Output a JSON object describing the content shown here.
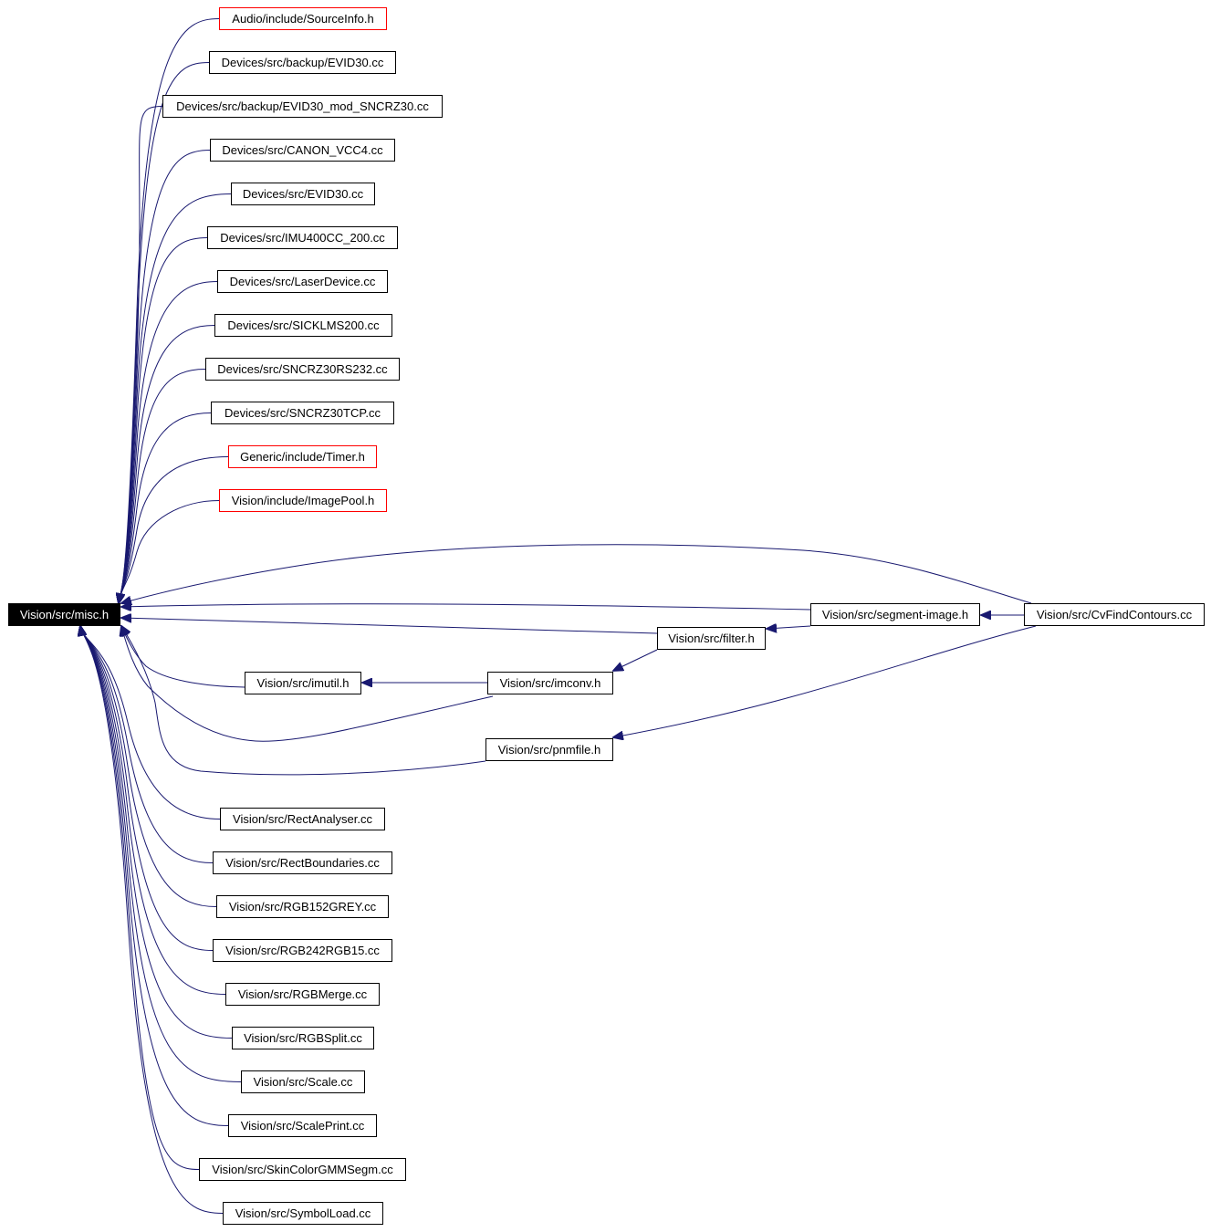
{
  "colors": {
    "edge": "#191970",
    "normal_border": "#000000",
    "incomplete_border": "#ff0000",
    "root_fill": "#000000",
    "root_text": "#ffffff"
  },
  "root": {
    "id": "misc",
    "label": "Vision/src/misc.h"
  },
  "nodes": [
    {
      "id": "sourceinfo",
      "label": "Audio/include/SourceInfo.h",
      "border": "red"
    },
    {
      "id": "evid30b",
      "label": "Devices/src/backup/EVID30.cc",
      "border": "black"
    },
    {
      "id": "evid30mod",
      "label": "Devices/src/backup/EVID30_mod_SNCRZ30.cc",
      "border": "black"
    },
    {
      "id": "canon",
      "label": "Devices/src/CANON_VCC4.cc",
      "border": "black"
    },
    {
      "id": "evid30",
      "label": "Devices/src/EVID30.cc",
      "border": "black"
    },
    {
      "id": "imu",
      "label": "Devices/src/IMU400CC_200.cc",
      "border": "black"
    },
    {
      "id": "laser",
      "label": "Devices/src/LaserDevice.cc",
      "border": "black"
    },
    {
      "id": "sick",
      "label": "Devices/src/SICKLMS200.cc",
      "border": "black"
    },
    {
      "id": "sncrs",
      "label": "Devices/src/SNCRZ30RS232.cc",
      "border": "black"
    },
    {
      "id": "snctcp",
      "label": "Devices/src/SNCRZ30TCP.cc",
      "border": "black"
    },
    {
      "id": "timer",
      "label": "Generic/include/Timer.h",
      "border": "red"
    },
    {
      "id": "imagepool",
      "label": "Vision/include/ImagePool.h",
      "border": "red"
    },
    {
      "id": "segment",
      "label": "Vision/src/segment-image.h",
      "border": "black"
    },
    {
      "id": "cvfind",
      "label": "Vision/src/CvFindContours.cc",
      "border": "black"
    },
    {
      "id": "filter",
      "label": "Vision/src/filter.h",
      "border": "black"
    },
    {
      "id": "imutil",
      "label": "Vision/src/imutil.h",
      "border": "black"
    },
    {
      "id": "imconv",
      "label": "Vision/src/imconv.h",
      "border": "black"
    },
    {
      "id": "pnmfile",
      "label": "Vision/src/pnmfile.h",
      "border": "black"
    },
    {
      "id": "rectan",
      "label": "Vision/src/RectAnalyser.cc",
      "border": "black"
    },
    {
      "id": "rectbound",
      "label": "Vision/src/RectBoundaries.cc",
      "border": "black"
    },
    {
      "id": "rgb152",
      "label": "Vision/src/RGB152GREY.cc",
      "border": "black"
    },
    {
      "id": "rgb242",
      "label": "Vision/src/RGB242RGB15.cc",
      "border": "black"
    },
    {
      "id": "rgbmerge",
      "label": "Vision/src/RGBMerge.cc",
      "border": "black"
    },
    {
      "id": "rgbsplit",
      "label": "Vision/src/RGBSplit.cc",
      "border": "black"
    },
    {
      "id": "scale",
      "label": "Vision/src/Scale.cc",
      "border": "black"
    },
    {
      "id": "scaleprint",
      "label": "Vision/src/ScalePrint.cc",
      "border": "black"
    },
    {
      "id": "skin",
      "label": "Vision/src/SkinColorGMMSegm.cc",
      "border": "black"
    },
    {
      "id": "symbol",
      "label": "Vision/src/SymbolLoad.cc",
      "border": "black"
    }
  ],
  "edges": [
    [
      "sourceinfo",
      "misc"
    ],
    [
      "evid30b",
      "misc"
    ],
    [
      "evid30mod",
      "misc"
    ],
    [
      "canon",
      "misc"
    ],
    [
      "evid30",
      "misc"
    ],
    [
      "imu",
      "misc"
    ],
    [
      "laser",
      "misc"
    ],
    [
      "sick",
      "misc"
    ],
    [
      "sncrs",
      "misc"
    ],
    [
      "snctcp",
      "misc"
    ],
    [
      "timer",
      "misc"
    ],
    [
      "imagepool",
      "misc"
    ],
    [
      "cvfind",
      "misc"
    ],
    [
      "segment",
      "misc"
    ],
    [
      "filter",
      "misc"
    ],
    [
      "imutil",
      "misc"
    ],
    [
      "imconv",
      "misc"
    ],
    [
      "pnmfile",
      "misc"
    ],
    [
      "rectan",
      "misc"
    ],
    [
      "rectbound",
      "misc"
    ],
    [
      "rgb152",
      "misc"
    ],
    [
      "rgb242",
      "misc"
    ],
    [
      "rgbmerge",
      "misc"
    ],
    [
      "rgbsplit",
      "misc"
    ],
    [
      "scale",
      "misc"
    ],
    [
      "scaleprint",
      "misc"
    ],
    [
      "skin",
      "misc"
    ],
    [
      "symbol",
      "misc"
    ],
    [
      "cvfind",
      "segment"
    ],
    [
      "segment",
      "filter"
    ],
    [
      "filter",
      "imconv"
    ],
    [
      "imconv",
      "imutil"
    ],
    [
      "cvfind",
      "pnmfile"
    ]
  ]
}
